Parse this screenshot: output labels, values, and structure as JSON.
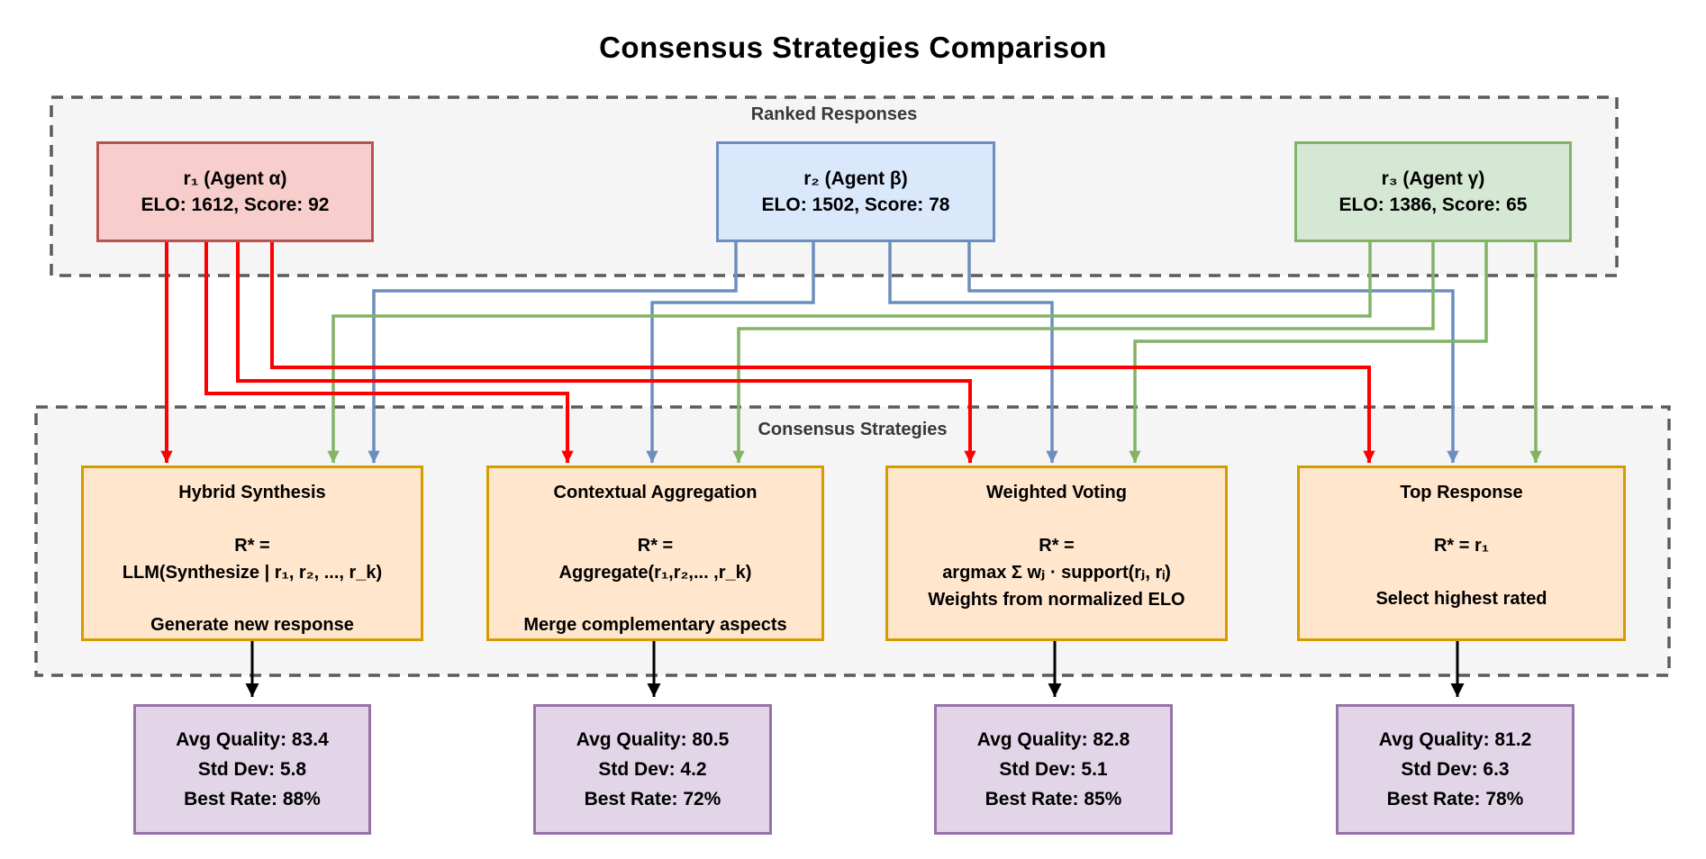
{
  "title": "Consensus Strategies Comparison",
  "colors": {
    "arrow_red": "#FF0000",
    "arrow_blue": "#6C8EBF",
    "arrow_green": "#82B366",
    "arrow_black": "#000000",
    "agent_red_fill": "#F8CECC",
    "agent_red_stroke": "#B85450",
    "agent_blue_fill": "#DAE8FC",
    "agent_blue_stroke": "#6C8EBF",
    "agent_green_fill": "#D5E8D4",
    "agent_green_stroke": "#82B366",
    "strategy_fill": "#FFE6CC",
    "strategy_stroke": "#D79B00",
    "result_fill": "#E1D5E7",
    "result_stroke": "#9673A6",
    "container_fill": "#F5F5F5",
    "container_stroke": "#5B5B5B"
  },
  "ranked": {
    "label": "Ranked Responses",
    "agents": [
      {
        "title": "r₁ (Agent α)",
        "stats": "ELO: 1612, Score: 92"
      },
      {
        "title": "r₂ (Agent β)",
        "stats": "ELO: 1502, Score: 78"
      },
      {
        "title": "r₃ (Agent γ)",
        "stats": "ELO: 1386, Score: 65"
      }
    ]
  },
  "consensus": {
    "label": "Consensus Strategies",
    "strategies": [
      {
        "name": "Hybrid Synthesis",
        "formula_intro": "R* =",
        "formula": "LLM(Synthesize | r₁, r₂, ..., r_k)",
        "description": "Generate new response"
      },
      {
        "name": "Contextual Aggregation",
        "formula_intro": "R* =",
        "formula": "Aggregate(r₁,r₂,... ,r_k)",
        "description": "Merge complementary aspects"
      },
      {
        "name": "Weighted Voting",
        "formula_intro": "R* =",
        "formula": "argmax Σ wⱼ · support(rⱼ, rᵢ)",
        "description": "Weights from normalized ELO"
      },
      {
        "name": "Top Response",
        "formula_intro": "R* = r₁",
        "formula": "",
        "description": "Select highest rated"
      }
    ]
  },
  "results": [
    {
      "avg_quality": "Avg Quality: 83.4",
      "std_dev": "Std Dev: 5.8",
      "best_rate": "Best Rate: 88%"
    },
    {
      "avg_quality": "Avg Quality: 80.5",
      "std_dev": "Std Dev: 4.2",
      "best_rate": "Best Rate: 72%"
    },
    {
      "avg_quality": "Avg Quality: 82.8",
      "std_dev": "Std Dev: 5.1",
      "best_rate": "Best Rate: 85%"
    },
    {
      "avg_quality": "Avg Quality: 81.2",
      "std_dev": "Std Dev: 6.3",
      "best_rate": "Best Rate: 78%"
    }
  ],
  "edges": [
    {
      "from": "r1",
      "to": "hybrid_synthesis",
      "color": "#FF0000"
    },
    {
      "from": "r1",
      "to": "contextual_aggregation",
      "color": "#FF0000"
    },
    {
      "from": "r1",
      "to": "weighted_voting",
      "color": "#FF0000"
    },
    {
      "from": "r1",
      "to": "top_response",
      "color": "#FF0000"
    },
    {
      "from": "r2",
      "to": "hybrid_synthesis",
      "color": "#6C8EBF"
    },
    {
      "from": "r2",
      "to": "contextual_aggregation",
      "color": "#6C8EBF"
    },
    {
      "from": "r2",
      "to": "weighted_voting",
      "color": "#6C8EBF"
    },
    {
      "from": "r2",
      "to": "top_response",
      "color": "#6C8EBF"
    },
    {
      "from": "r3",
      "to": "hybrid_synthesis",
      "color": "#82B366"
    },
    {
      "from": "r3",
      "to": "contextual_aggregation",
      "color": "#82B366"
    },
    {
      "from": "r3",
      "to": "weighted_voting",
      "color": "#82B366"
    },
    {
      "from": "r3",
      "to": "top_response",
      "color": "#82B366"
    },
    {
      "from": "hybrid_synthesis",
      "to": "result_1",
      "color": "#000000"
    },
    {
      "from": "contextual_aggregation",
      "to": "result_2",
      "color": "#000000"
    },
    {
      "from": "weighted_voting",
      "to": "result_3",
      "color": "#000000"
    },
    {
      "from": "top_response",
      "to": "result_4",
      "color": "#000000"
    }
  ]
}
